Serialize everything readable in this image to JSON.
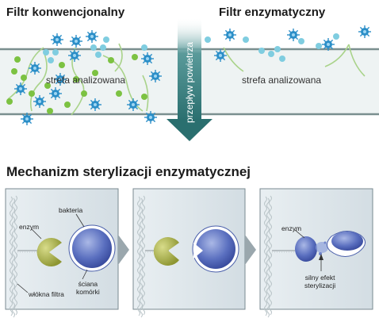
{
  "top": {
    "left_title": "Filtr konwencjonalny",
    "right_title": "Filtr enzymatyczny",
    "left_zone": "strefa analizowana",
    "right_zone": "strefa analizowana",
    "arrow_label": "przepływ powietrza"
  },
  "bottom": {
    "title": "Mechanizm sterylizacji enzymatycznej",
    "panel1": {
      "enzyme": "enzym",
      "bacteria": "bakteria",
      "fibers": "włókna filtra",
      "wall_line1": "ściana",
      "wall_line2": "komórki"
    },
    "panel3": {
      "enzyme": "enzym",
      "effect_line1": "silny efekt",
      "effect_line2": "sterylizacji"
    }
  },
  "colors": {
    "band": "#eef3f3",
    "band_edge": "#7a8f8f",
    "arrow": "#2f7a7a",
    "bacteria": "#2c8fc8",
    "green_particle": "#7cc242",
    "light_blue_particle": "#7fcde0",
    "enzyme": "#a8b04a",
    "cell": "#4a5faa",
    "panel_bg": "#dfe7ec",
    "chevron": "#9aa7ad"
  }
}
